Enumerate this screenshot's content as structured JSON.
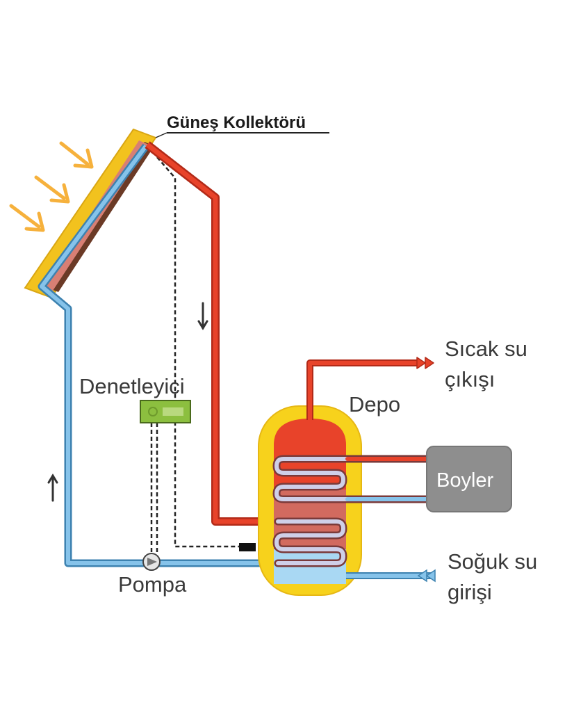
{
  "labels": {
    "collector": "Güneş Kollektörü",
    "controller": "Denetleyici",
    "tank": "Depo",
    "boiler": "Boyler",
    "pump": "Pompa",
    "hot_out_line1": "Sıcak su",
    "hot_out_line2": "çıkışı",
    "cold_in_line1": "Soğuk su",
    "cold_in_line2": "girişi"
  },
  "colors": {
    "hot": "#e8432a",
    "hot_dark": "#b22a18",
    "cold": "#86c3ea",
    "cold_dark": "#3d82b0",
    "collector_frame": "#f2c21e",
    "tank_shell": "#f7d21c",
    "boiler": "#8e8e8e",
    "controller": "#8cbf3f",
    "sun_arrow": "#f6b13c"
  },
  "icons": {
    "sun_rays": "sun-ray-arrow-icon",
    "flow_down": "arrow-down-icon",
    "flow_up": "arrow-up-icon",
    "pump": "pump-icon",
    "sensor": "sensor-icon"
  }
}
